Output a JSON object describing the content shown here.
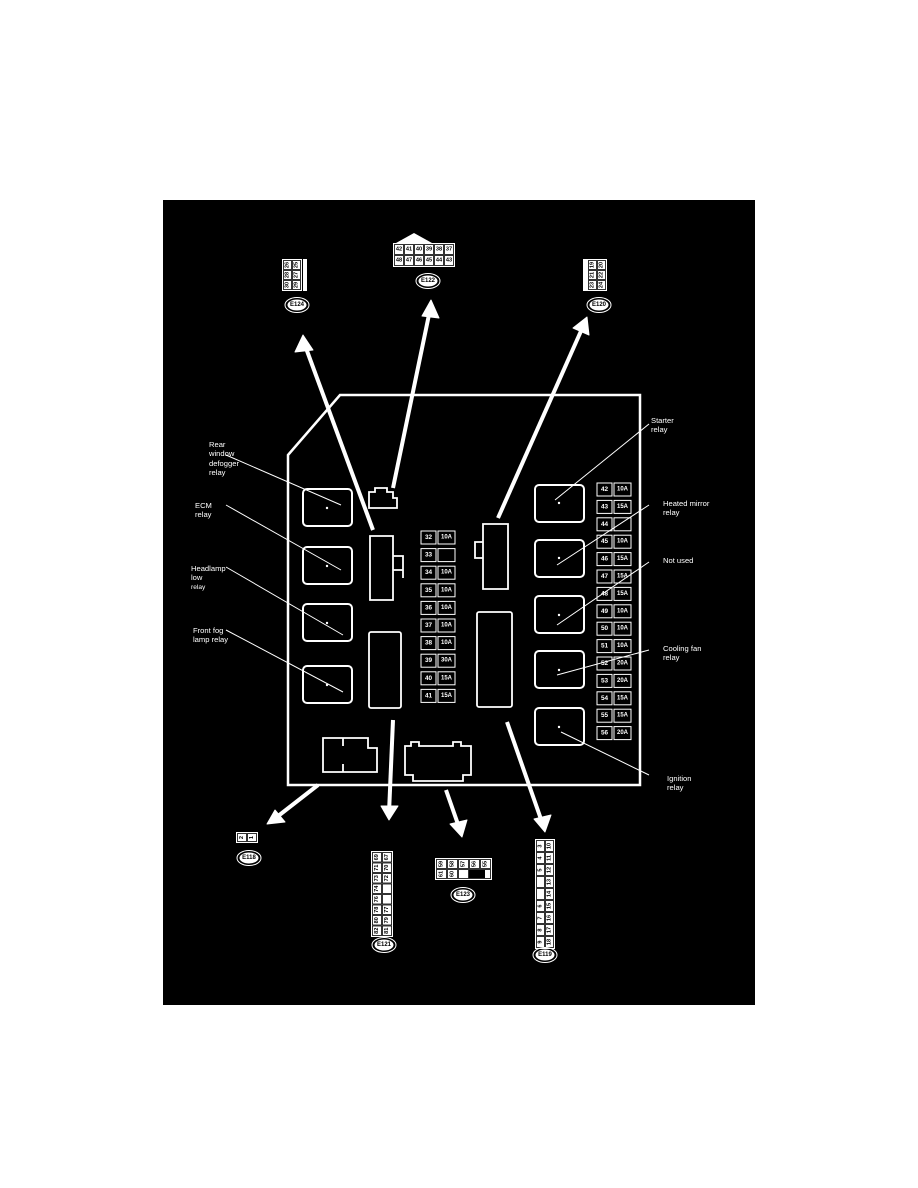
{
  "labels": {
    "rear_defogger": [
      "Rear",
      "window",
      "defogger",
      "relay"
    ],
    "ecm": [
      "ECM",
      "relay"
    ],
    "headlamp_low": [
      "Headlamp",
      "low",
      "relay"
    ],
    "front_fog": [
      "Front fog",
      "lamp relay"
    ],
    "starter": [
      "Starter",
      "relay"
    ],
    "heated_mirror": [
      "Heated mirror",
      "relay"
    ],
    "not_used": [
      "Not used"
    ],
    "cooling_fan": [
      "Cooling fan",
      "relay"
    ],
    "ignition": [
      "Ignition",
      "relay"
    ]
  },
  "connectors": {
    "e124": "E124",
    "e122": "E122",
    "e120": "E120",
    "e118": "E118",
    "e121": "E121",
    "e123": "E123",
    "e119": "E119"
  },
  "connector_pins": {
    "e122_top": [
      "42",
      "41",
      "40",
      "39",
      "38",
      "37"
    ],
    "e122_bottom": [
      "48",
      "47",
      "46",
      "45",
      "44",
      "43"
    ],
    "e124": [
      [
        "26",
        "25"
      ],
      [
        "28",
        "27"
      ],
      [
        "30",
        "29"
      ]
    ],
    "e120": [
      [
        "19",
        "20"
      ],
      [
        "21",
        "22"
      ],
      [
        "23",
        "24"
      ]
    ],
    "e118": [
      "2",
      "1"
    ],
    "e123_top": [
      "59",
      "58",
      "57",
      "56",
      "55"
    ],
    "e123_bottom": [
      "61",
      "60",
      "",
      "52"
    ],
    "e121": [
      [
        "69",
        "67"
      ],
      [
        "71",
        "70"
      ],
      [
        "73",
        "72"
      ],
      [
        "74",
        ""
      ],
      [
        "76",
        ""
      ],
      [
        "78",
        "77"
      ],
      [
        "80",
        "79"
      ],
      [
        "82",
        "81"
      ]
    ],
    "e119": [
      [
        "3",
        "10"
      ],
      [
        "4",
        "11"
      ],
      [
        "5",
        "12"
      ],
      [
        "",
        "13"
      ],
      [
        "",
        "14"
      ],
      [
        "6",
        "15"
      ],
      [
        "7",
        "16"
      ],
      [
        "8",
        "17"
      ],
      [
        "9",
        "18"
      ]
    ]
  },
  "fuses_middle": [
    {
      "num": "32",
      "amp": "10A"
    },
    {
      "num": "33",
      "amp": ""
    },
    {
      "num": "34",
      "amp": "10A"
    },
    {
      "num": "35",
      "amp": "10A"
    },
    {
      "num": "36",
      "amp": "10A"
    },
    {
      "num": "37",
      "amp": "10A"
    },
    {
      "num": "38",
      "amp": "10A"
    },
    {
      "num": "39",
      "amp": "30A"
    },
    {
      "num": "40",
      "amp": "15A"
    },
    {
      "num": "41",
      "amp": "15A"
    }
  ],
  "fuses_right": [
    {
      "num": "42",
      "amp": "10A"
    },
    {
      "num": "43",
      "amp": "15A"
    },
    {
      "num": "44",
      "amp": ""
    },
    {
      "num": "45",
      "amp": "10A"
    },
    {
      "num": "46",
      "amp": "15A"
    },
    {
      "num": "47",
      "amp": "15A"
    },
    {
      "num": "48",
      "amp": "15A"
    },
    {
      "num": "49",
      "amp": "10A"
    },
    {
      "num": "50",
      "amp": "10A"
    },
    {
      "num": "51",
      "amp": "10A"
    },
    {
      "num": "52",
      "amp": "20A"
    },
    {
      "num": "53",
      "amp": "20A"
    },
    {
      "num": "54",
      "amp": "15A"
    },
    {
      "num": "55",
      "amp": "15A"
    },
    {
      "num": "56",
      "amp": "20A"
    }
  ],
  "colors": {
    "page_bg": "#ffffff",
    "diagram_bg": "#000000",
    "ink": "#ffffff"
  }
}
